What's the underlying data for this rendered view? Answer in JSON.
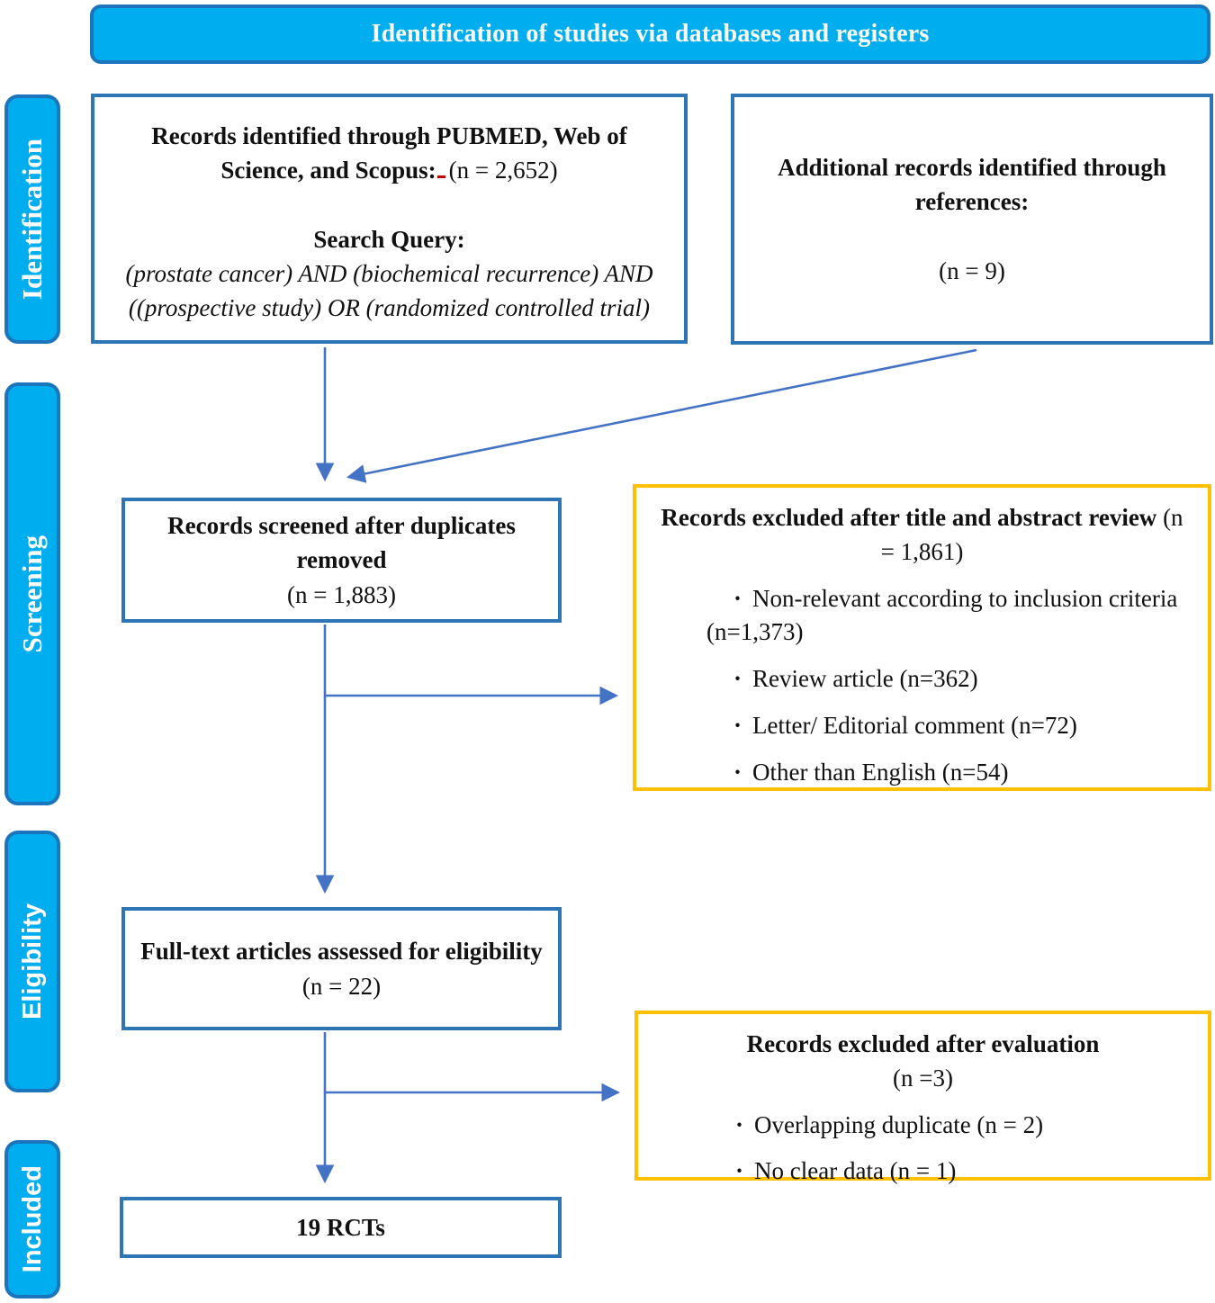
{
  "banner": {
    "title": "Identification of studies via databases and registers"
  },
  "sidebar": {
    "stages": [
      {
        "label": "Identification"
      },
      {
        "label": "Screening"
      },
      {
        "label": "Eligibility"
      },
      {
        "label": "Included"
      }
    ]
  },
  "boxes": {
    "identified": {
      "title": "Records identified through PUBMED, Web of Science, and Scopus:",
      "count": "(n = 2,652)",
      "query_label": "Search Query:",
      "query": "(prostate cancer) AND (biochemical recurrence) AND ((prospective study) OR (randomized controlled trial)"
    },
    "additional": {
      "title": "Additional records identified through references:",
      "count": "(n = 9)"
    },
    "screened": {
      "title": "Records screened after duplicates removed",
      "count": "(n = 1,883)"
    },
    "excluded_screening": {
      "title": "Records excluded after title and abstract review",
      "count": "(n = 1,861)",
      "items": [
        "Non-relevant according to inclusion criteria (n=1,373)",
        "Review article (n=362)",
        "Letter/ Editorial comment (n=72)",
        "Other than English (n=54)"
      ]
    },
    "fulltext": {
      "title": "Full-text articles assessed for eligibility",
      "count": "(n = 22)"
    },
    "excluded_eligibility": {
      "title": "Records excluded after evaluation",
      "count": "(n =3)",
      "items": [
        "Overlapping duplicate (n = 2)",
        "No clear data (n = 1)"
      ]
    },
    "included": {
      "title": "19 RCTs"
    }
  },
  "colors": {
    "stage_fill": "#00AEEF",
    "stage_border": "#1B75BC",
    "box_border": "#2E75B6",
    "exclude_border": "#FFC000",
    "arrow": "#4472C4",
    "banner_text": "#FFFFFF",
    "body_text": "#111111",
    "tracked_change_mark": "#C00000"
  }
}
